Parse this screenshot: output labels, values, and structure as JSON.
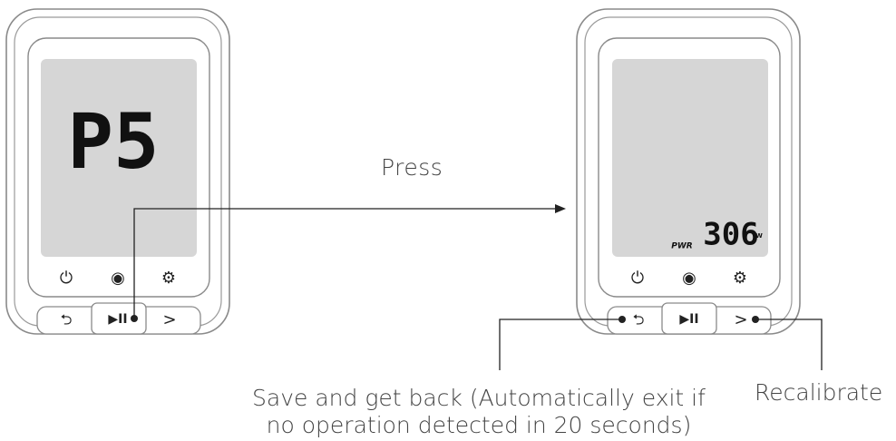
{
  "left_device": {
    "display": "P5",
    "buttons": {
      "power": "⏻",
      "stop": "◉",
      "settings": "⚙"
    },
    "bottom_buttons": {
      "back": "⮌",
      "play_pause": "▶II",
      "next": ">"
    }
  },
  "right_device": {
    "display_label": "PWR",
    "display_value": "306",
    "display_unit": "W",
    "buttons": {
      "power": "⏻",
      "stop": "◉",
      "settings": "⚙"
    },
    "bottom_buttons": {
      "back": "⮌",
      "play_pause": "▶II",
      "next": ">"
    }
  },
  "annotations": {
    "press": "Press",
    "save_line1": "Save and get back (Automatically exit if",
    "save_line2": "no operation detected in 20 seconds)",
    "recalibrate": "Recalibrate"
  },
  "colors": {
    "screen": "#d6d6d6",
    "outline": "#8a8a8a",
    "line": "#222222"
  }
}
